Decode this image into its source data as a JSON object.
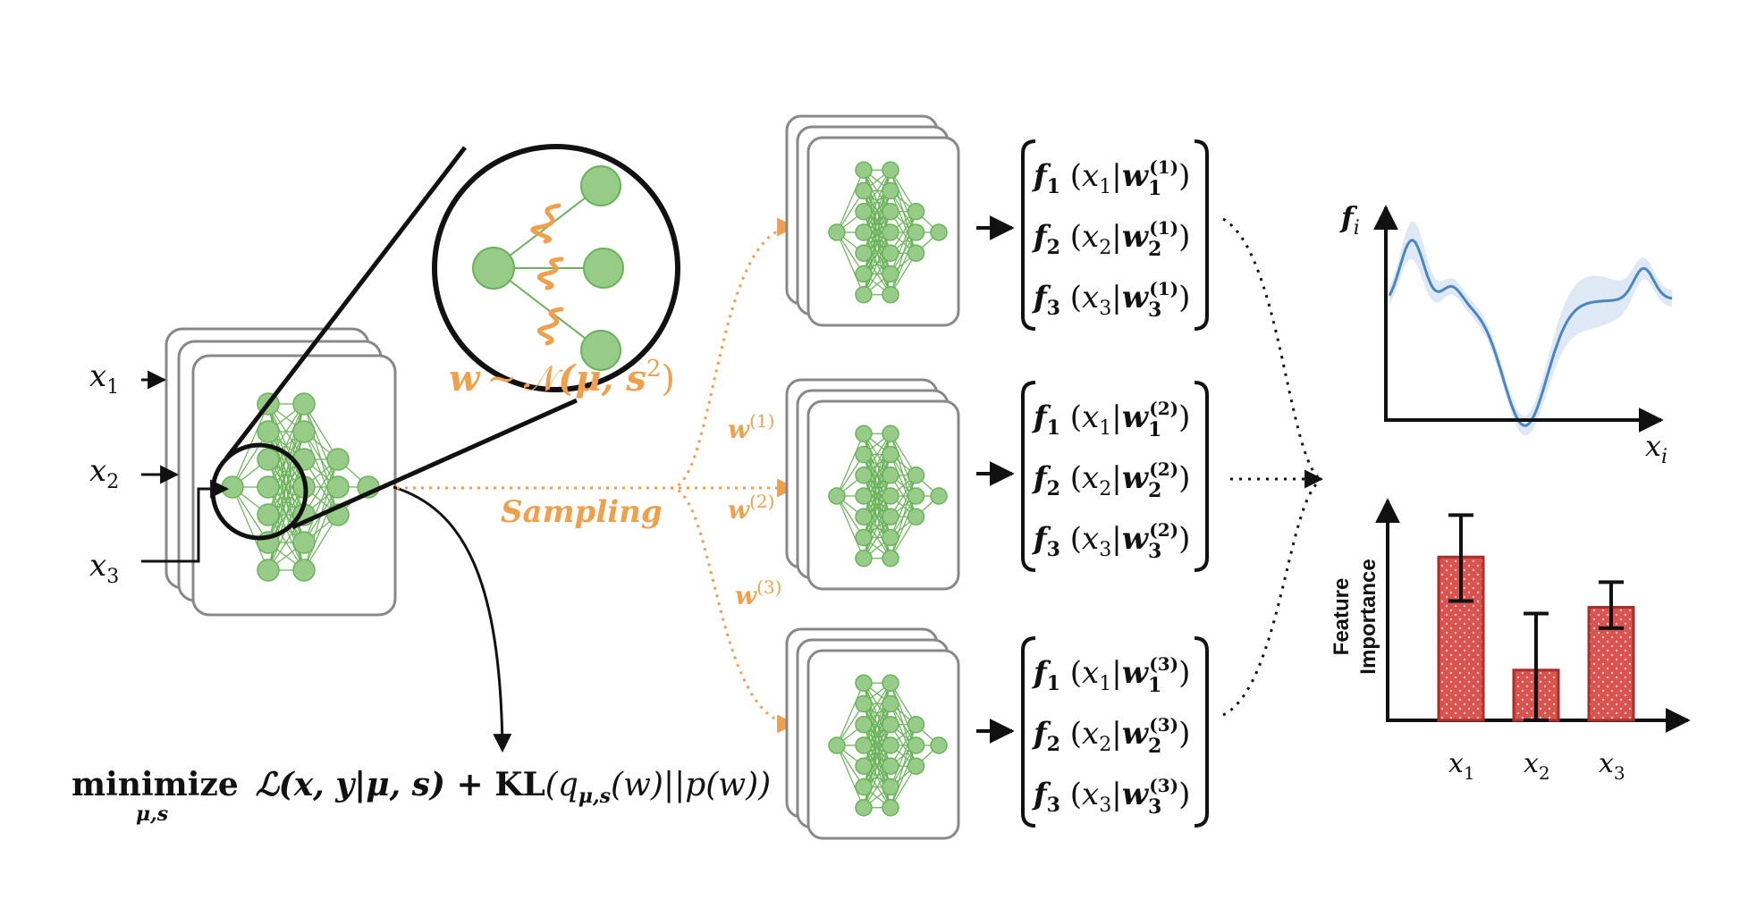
{
  "inputs": {
    "x1": {
      "base": "x",
      "sub": "1"
    },
    "x2": {
      "base": "x",
      "sub": "2"
    },
    "x3": {
      "base": "x",
      "sub": "3"
    }
  },
  "prior": {
    "w": "w",
    "tilde": "~",
    "dist": "𝒩",
    "params": "(μ, s",
    "sup": "2",
    "close": ")"
  },
  "sampling_label": "Sampling",
  "weight_samples": [
    {
      "w": "w",
      "sup": "(1)"
    },
    {
      "w": "w",
      "sup": "(2)"
    },
    {
      "w": "w",
      "sup": "(3)"
    }
  ],
  "objective": {
    "minimize": "minimize",
    "under": "μ,s",
    "loss": "ℒ(x, y|μ, s) + ",
    "kl": "KL",
    "kl_rest": "(q",
    "q_sub": "μ,s",
    "kl_tail": "(w)||p(w))"
  },
  "function_sets": [
    {
      "sup": "(1)",
      "rows": [
        [
          "f",
          "1",
          "x",
          "1",
          "w",
          "1"
        ],
        [
          "f",
          "2",
          "x",
          "2",
          "w",
          "2"
        ],
        [
          "f",
          "3",
          "x",
          "3",
          "w",
          "3"
        ]
      ]
    },
    {
      "sup": "(2)",
      "rows": [
        [
          "f",
          "1",
          "x",
          "1",
          "w",
          "1"
        ],
        [
          "f",
          "2",
          "x",
          "2",
          "w",
          "2"
        ],
        [
          "f",
          "3",
          "x",
          "3",
          "w",
          "3"
        ]
      ]
    },
    {
      "sup": "(3)",
      "rows": [
        [
          "f",
          "1",
          "x",
          "1",
          "w",
          "1"
        ],
        [
          "f",
          "2",
          "x",
          "2",
          "w",
          "2"
        ],
        [
          "f",
          "3",
          "x",
          "3",
          "w",
          "3"
        ]
      ]
    }
  ],
  "shape_plot": {
    "ylabel_base": "f",
    "ylabel_sub": "i",
    "xlabel_base": "x",
    "xlabel_sub": "i"
  },
  "chart_data": {
    "type": "bar",
    "ylabel_lines": [
      "Feature",
      "Importance"
    ],
    "categories": [
      "x1",
      "x2",
      "x3"
    ],
    "category_labels": [
      {
        "base": "x",
        "sub": "1"
      },
      {
        "base": "x",
        "sub": "2"
      },
      {
        "base": "x",
        "sub": "3"
      }
    ],
    "values": [
      0.78,
      0.24,
      0.54
    ],
    "error_low": [
      0.57,
      0.0,
      0.44
    ],
    "error_high": [
      0.98,
      0.51,
      0.66
    ],
    "ylim": [
      0,
      1.05
    ],
    "bar_color": "#d9534f"
  },
  "colors": {
    "node": "#96cc88",
    "node_stroke": "#6ab35a",
    "edge": "#6ab35a",
    "orange": "#f0a04b",
    "curve": "#4a86c0",
    "band": "#dfe9f6",
    "frame": "#7a7a7a"
  }
}
